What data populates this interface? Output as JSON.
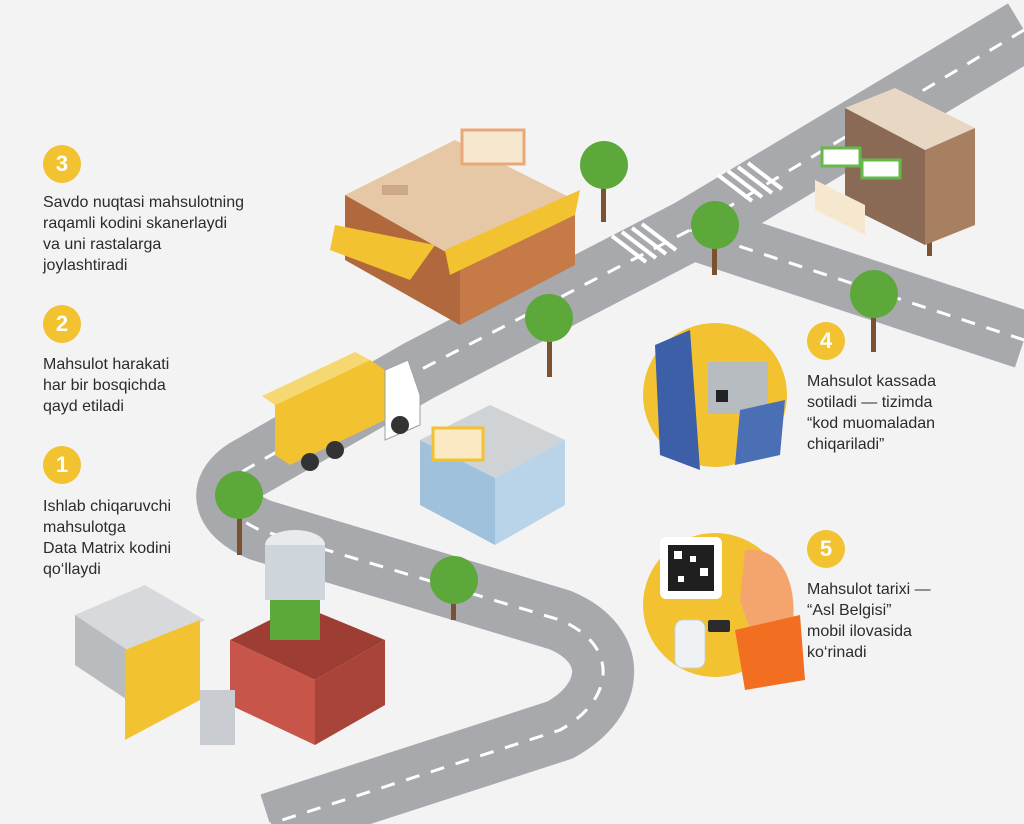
{
  "colors": {
    "background": "#f3f3f3",
    "accent_yellow": "#f2c230",
    "road": "#a7a9ac",
    "tree": "#5da83a",
    "text": "#2b2b2b"
  },
  "steps": [
    {
      "number": "1",
      "text": "Ishlab chiqaruvchi\nmahsulotga\nData Matrix kodini\nqo‘llaydi",
      "icon": "factory-icon"
    },
    {
      "number": "2",
      "text": "Mahsulot harakati\nhar bir bosqichda\nqayd etiladi",
      "icon": "truck-icon"
    },
    {
      "number": "3",
      "text": "Savdo nuqtasi mahsulotning\nraqamli kodini skanerlaydi\nva uni rastalarga\njoylashtiradi",
      "icon": "store-icon"
    },
    {
      "number": "4",
      "text": "Mahsulot kassada\nsotiladi — tizimda\n“kod muomaladan\nchiqariladi”",
      "icon": "cashier-icon"
    },
    {
      "number": "5",
      "text": "Mahsulot tarixi —\n“Asl Belgisi”\nmobil ilovasida\nko‘rinadi",
      "icon": "phone-scan-icon"
    }
  ]
}
